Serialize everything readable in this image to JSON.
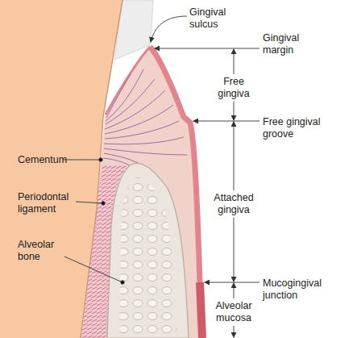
{
  "diagram": {
    "labels": [
      "Gingival sulcus",
      "Gingival margin",
      "Free gingiva",
      "Free gingival groove",
      "Attached gingiva",
      "Mucogingival junction",
      "Alveolar mucosa",
      "Cementum",
      "Periodontal ligament",
      "Alveolar bone"
    ]
  }
}
